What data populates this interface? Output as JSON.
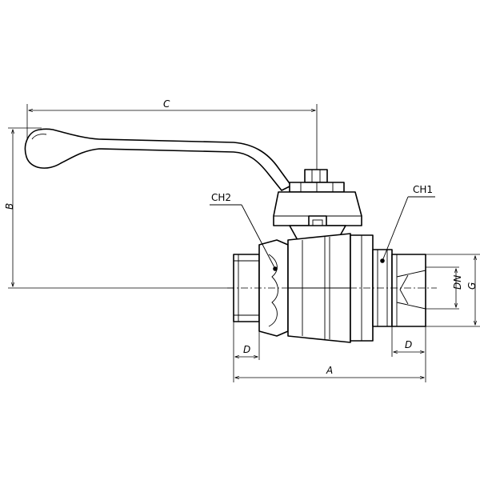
{
  "labels": {
    "C": "C",
    "B": "B",
    "CH2": "CH2",
    "CH1": "CH1",
    "DN": "DN",
    "G": "G",
    "D_left": "D",
    "D_right": "D",
    "A": "A"
  }
}
